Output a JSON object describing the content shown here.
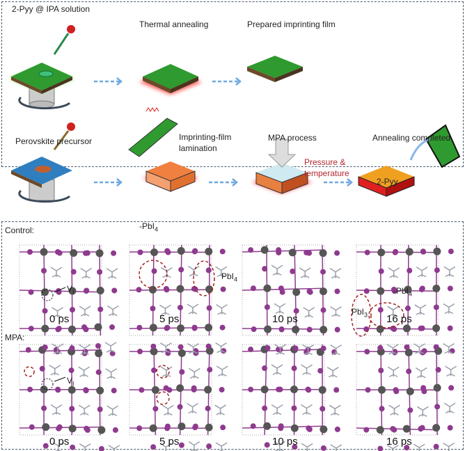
{
  "top_panel": {
    "solution_label": "2-Pyy @ IPA solution",
    "thermal_annealing": "Thermal annealing",
    "prepared_film": "Prepared imprinting film",
    "precursor": "Perovskite precursor",
    "lamination_1": "Imprinting-film",
    "lamination_2": "lamination",
    "mpa_process": "MPA process",
    "pressure_1": "Pressure &",
    "pressure_2": "temperature",
    "annealing_completed": "Annealing completed",
    "pyy": "2-Pyy"
  },
  "bottom_panel": {
    "control_label": "Control:",
    "mpa_label": "MPA:",
    "times": [
      "0 ps",
      "5 ps",
      "10 ps",
      "16 ps"
    ],
    "vi": "V",
    "vi_sub": "I",
    "pbi4_a": "-PbI",
    "pbi4_b": "PbI",
    "pbi4_c": "-PbI",
    "pbi3": "PbI",
    "sub4": "4",
    "sub3": "3"
  },
  "colors": {
    "green": "#2f9a2f",
    "blue": "#2f7fc0",
    "lead": "#555555",
    "iodine": "#8e3a8e",
    "heat": "#e02020",
    "arrow": "#6fa8e0"
  }
}
